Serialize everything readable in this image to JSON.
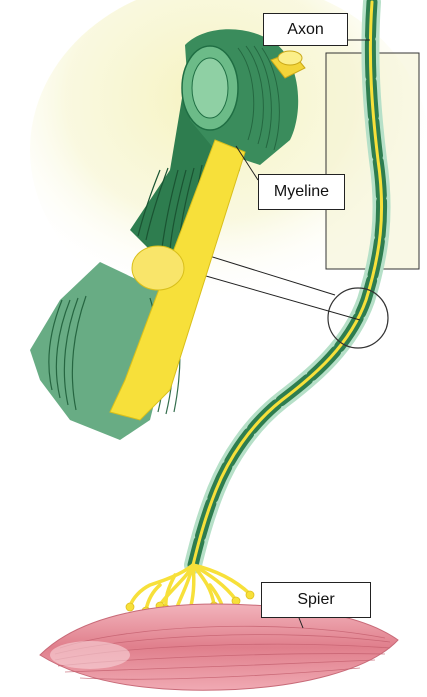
{
  "labels": {
    "axon": "Axon",
    "myelin": "Myeline",
    "muscle": "Spier"
  },
  "colors": {
    "myelin_dark": "#2e7d4f",
    "myelin_light": "#5fae7c",
    "myelin_glow": "#a9d9c0",
    "axon_yellow": "#f7e03a",
    "axon_yellow_light": "#fbef8a",
    "muscle_pink": "#e98b96",
    "muscle_light": "#f6c6cc",
    "background_glow": "#f4f3c6"
  },
  "icons": [
    "nerve-fiber",
    "myelin-sheath",
    "muscle-fiber"
  ]
}
